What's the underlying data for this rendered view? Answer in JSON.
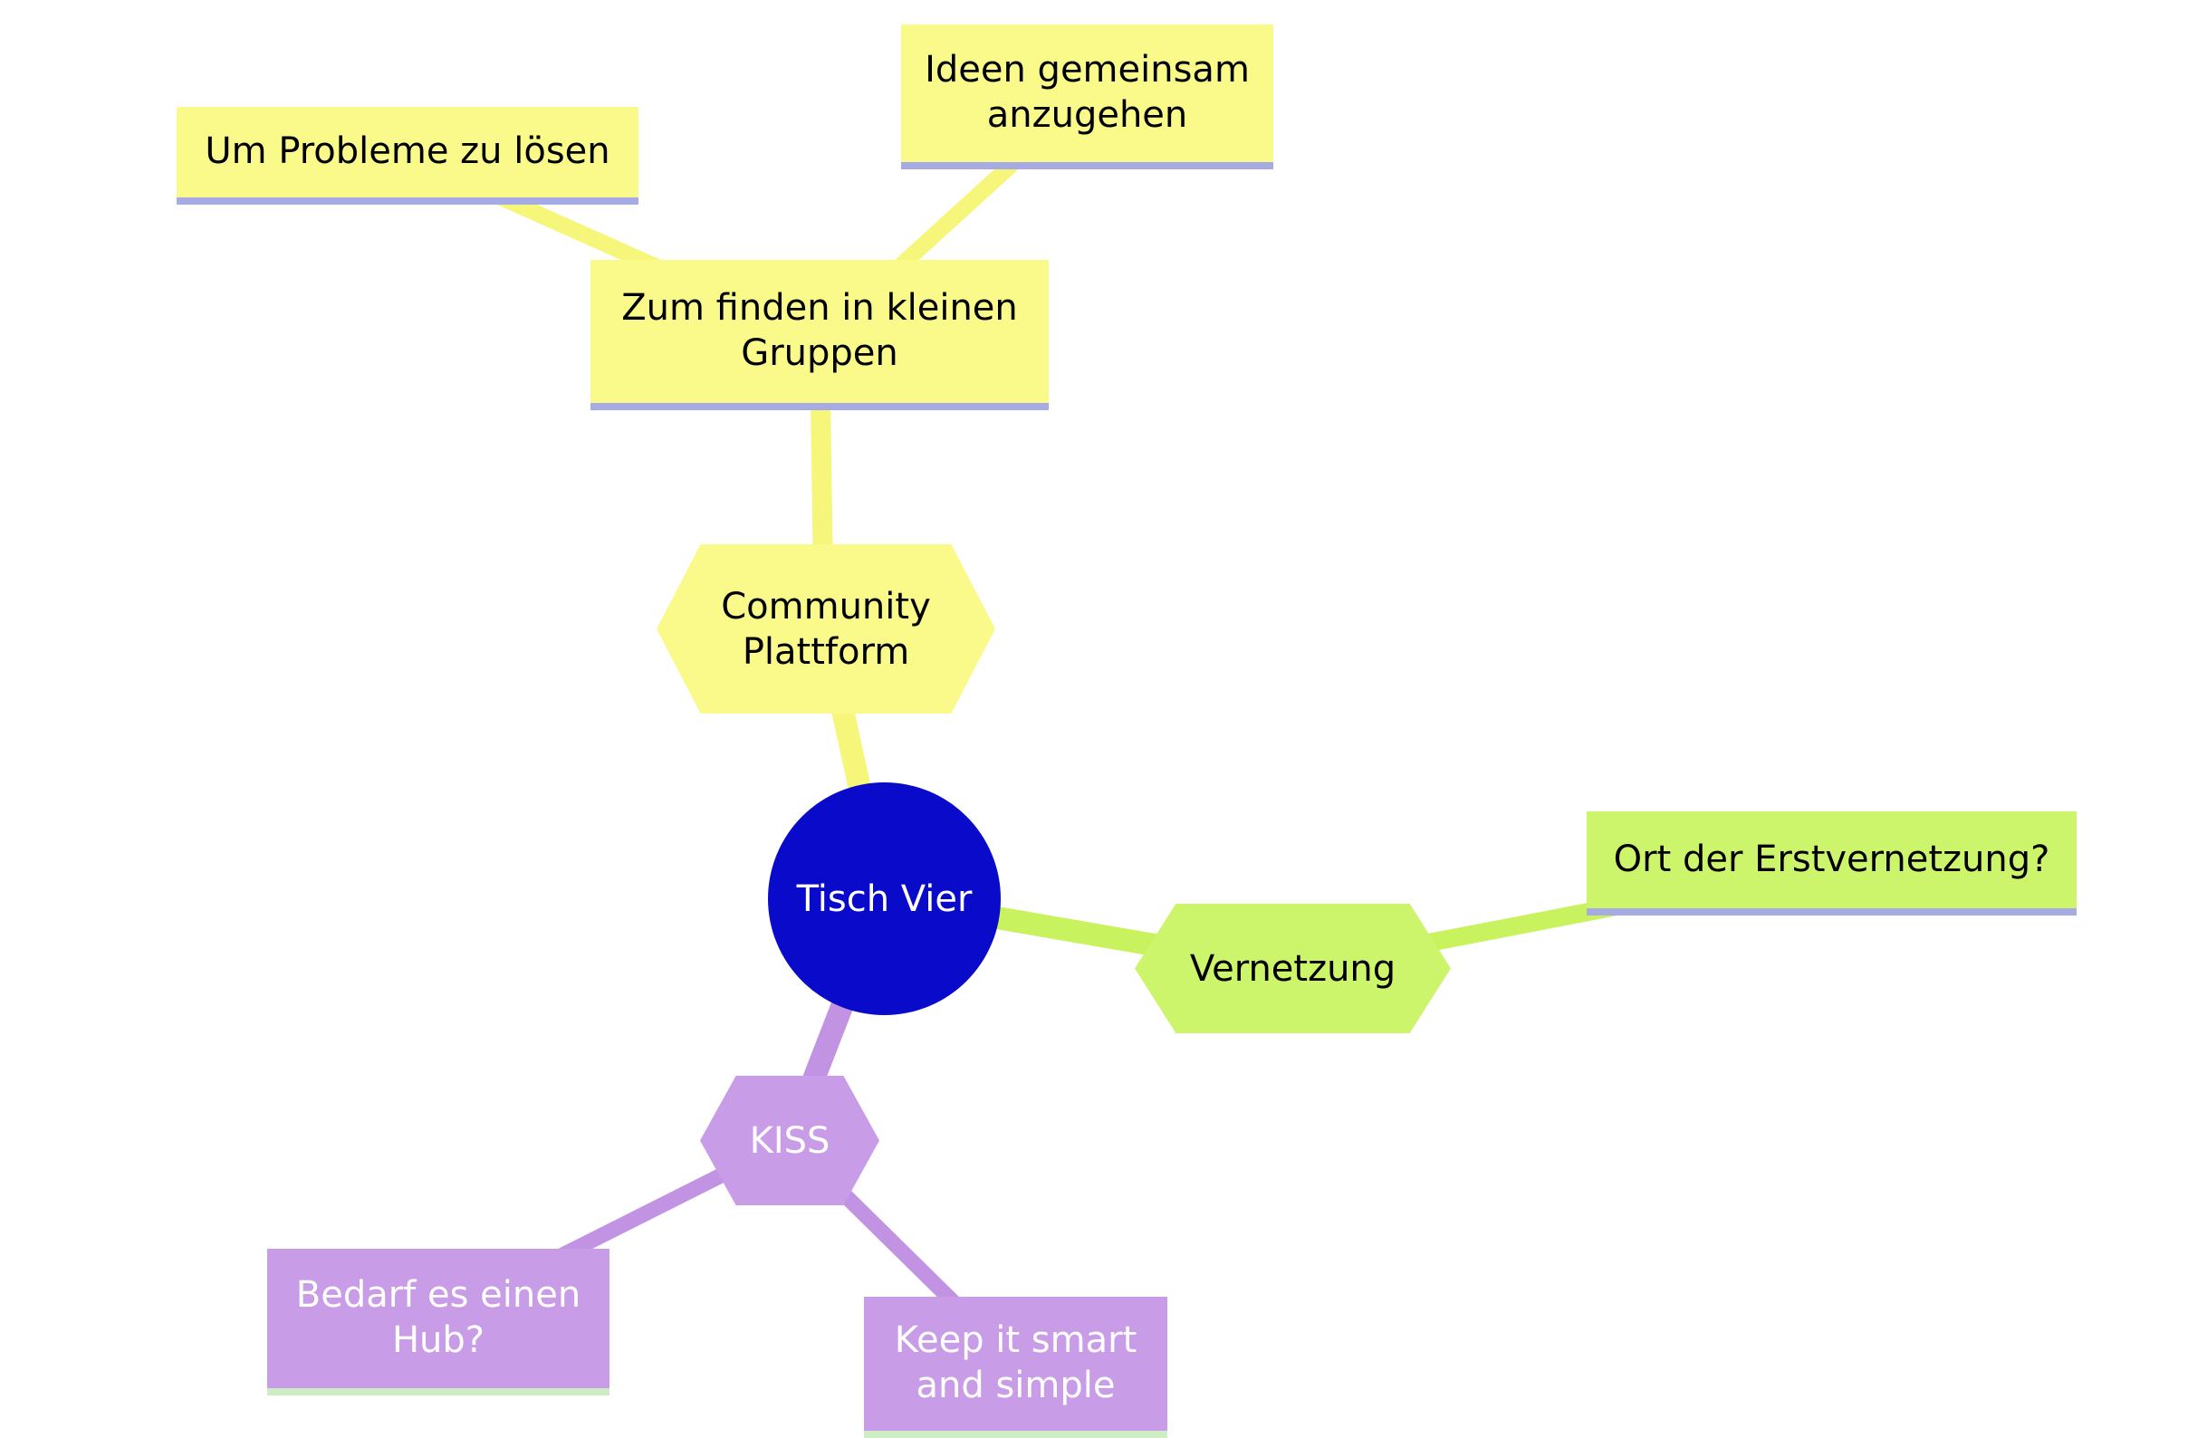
{
  "map": {
    "background": "#ffffff",
    "root_shape": "circle"
  },
  "colors": {
    "branch_yellow": "#f6f67a",
    "branch_green": "#c8f25e",
    "branch_purple": "#c293e3",
    "node_yellow_fill": "#fafa8a",
    "node_green_fill": "#ccf56c",
    "node_purple_fill": "#c99ce8",
    "root_blue_fill": "#0a0aca",
    "underline_lavender": "#a6abe3",
    "underline_pale_green": "#cdedc4",
    "text_dark": "#000000",
    "text_light": "#ffffff"
  },
  "nodes": {
    "tisch_vier": {
      "label": "Tisch Vier"
    },
    "community_plattform": {
      "label": "Community Plattform"
    },
    "zum_finden": {
      "label": "Zum finden in kleinen Gruppen"
    },
    "um_probleme": {
      "label": "Um Probleme zu lösen"
    },
    "ideen": {
      "label": "Ideen gemeinsam anzugehen"
    },
    "vernetzung": {
      "label": "Vernetzung"
    },
    "ort_erstvernetzung": {
      "label": "Ort der Erstvernetzung?"
    },
    "kiss": {
      "label": "KISS"
    },
    "bedarf_hub": {
      "label": "Bedarf es einen Hub?"
    },
    "keep_smart": {
      "label": "Keep it smart and simple"
    }
  },
  "edges": [
    {
      "from": "tisch_vier",
      "to": "community_plattform",
      "color": "#f6f67a"
    },
    {
      "from": "community_plattform",
      "to": "zum_finden",
      "color": "#f6f67a"
    },
    {
      "from": "zum_finden",
      "to": "um_probleme",
      "color": "#f6f67a"
    },
    {
      "from": "zum_finden",
      "to": "ideen",
      "color": "#f6f67a"
    },
    {
      "from": "tisch_vier",
      "to": "vernetzung",
      "color": "#c8f25e"
    },
    {
      "from": "vernetzung",
      "to": "ort_erstvernetzung",
      "color": "#c8f25e"
    },
    {
      "from": "tisch_vier",
      "to": "kiss",
      "color": "#c293e3"
    },
    {
      "from": "kiss",
      "to": "bedarf_hub",
      "color": "#c293e3"
    },
    {
      "from": "kiss",
      "to": "keep_smart",
      "color": "#c293e3"
    }
  ]
}
